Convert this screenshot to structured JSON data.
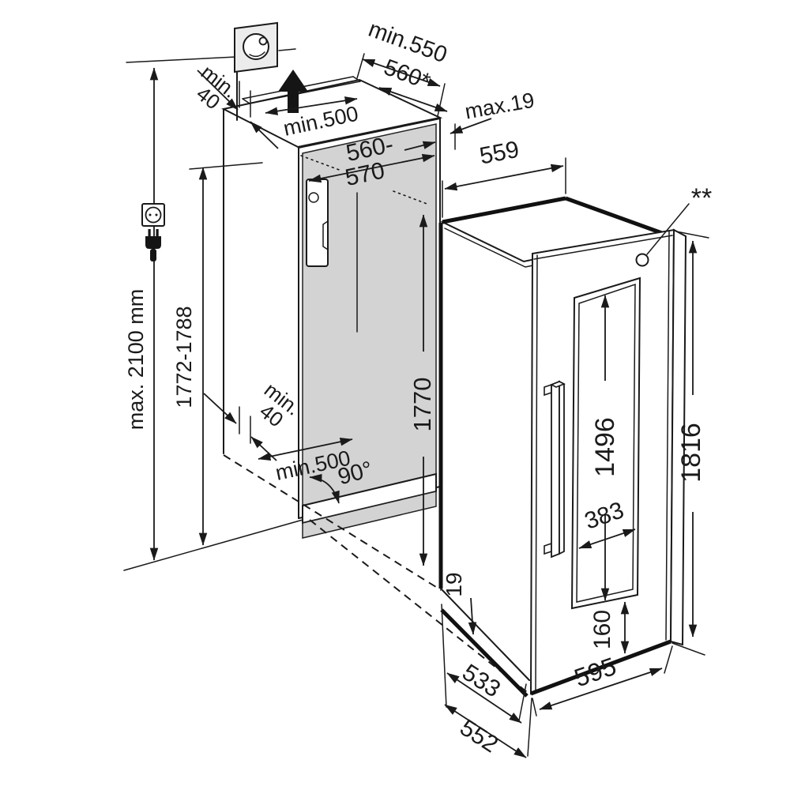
{
  "labels": {
    "overall_height_max": "max. 2100 mm",
    "niche_height_range": "1772-1788",
    "top_wall_gap_line1": "min.",
    "top_wall_gap_line2": "40",
    "top_vent_min_width": "min.500",
    "counter_depth_min": "min.550",
    "counter_depth_star": "560*",
    "furniture_door_max_thickness": "max.19",
    "niche_width_line1": "560-",
    "niche_width_line2": "570",
    "carcass_top_width": "559",
    "interior_niche_height": "1770",
    "bottom_wall_gap_line1": "min.",
    "bottom_wall_gap_line2": "40",
    "bottom_vent_min_width": "min.500",
    "door_opening_angle": "90°",
    "door_recess_height": "1496",
    "door_recess_width": "383",
    "plinth_recess_height": "160",
    "bottom_edge_gap": "19",
    "appliance_height": "1816",
    "depth_without_door": "533",
    "depth_with_door": "552",
    "door_width": "595",
    "footnote_marker": "**"
  },
  "colors": {
    "line": "#1a1a1a",
    "interior_fill": "#d3d3d3",
    "background": "#ffffff"
  },
  "icons": [
    "wall-socket-plate-icon",
    "socket-outlet-icon",
    "power-plug-icon",
    "ventilation-arrow-icon",
    "junction-box",
    "power-cable",
    "hinge-marker-circle"
  ]
}
